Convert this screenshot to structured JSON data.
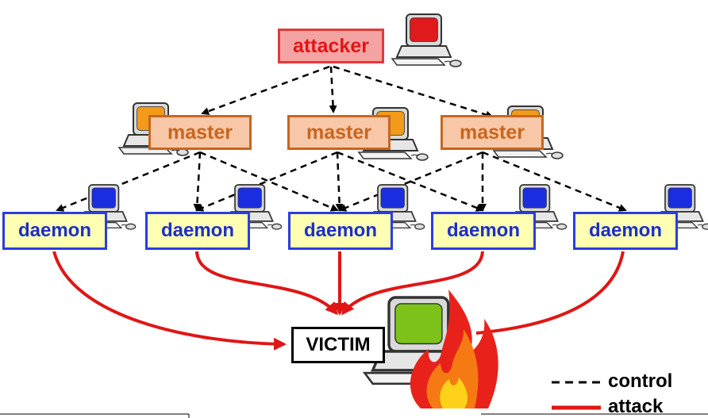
{
  "nodes": {
    "attacker": "attacker",
    "masters": [
      "master",
      "master",
      "master"
    ],
    "daemons": [
      "daemon",
      "daemon",
      "daemon",
      "daemon",
      "daemon"
    ],
    "victim": "VICTIM"
  },
  "legend": {
    "control": "control",
    "attack": "attack"
  },
  "colors": {
    "attacker_fill": "#f4a3a3",
    "attacker_border": "#e03a3a",
    "master_fill": "#f7c7a8",
    "master_border": "#c8661e",
    "daemon_fill": "#ffffb4",
    "daemon_border": "#2b3de0",
    "attack_line": "#e01616",
    "control_line": "#000000"
  },
  "icons": [
    "computer-red-screen-icon",
    "computer-orange-screen-icon",
    "computer-blue-screen-icon",
    "computer-green-screen-icon",
    "fire-icon"
  ]
}
